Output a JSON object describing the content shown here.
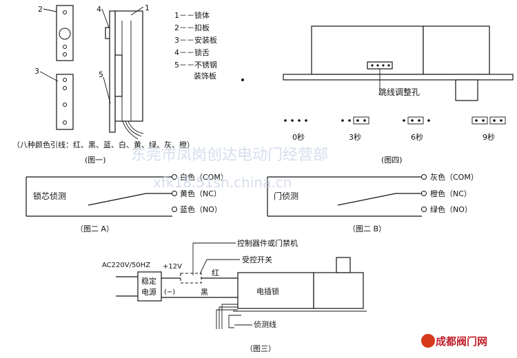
{
  "fig1": {
    "callouts": [
      "2",
      "4",
      "1",
      "3",
      "5"
    ],
    "legend": [
      "1－－锁体",
      "2－－扣板",
      "3－－安装板",
      "4－－锁舌",
      "5－－不锈钢",
      "装饰板"
    ],
    "wire_colors": "（八种颜色引线：红、黑、蓝、白、黄、绿、灰、橙）",
    "caption": "(图一)"
  },
  "fig4": {
    "jumper_label": "跳线调整孔",
    "delays": [
      "0秒",
      "3秒",
      "6秒",
      "9秒"
    ],
    "caption": "(图四)"
  },
  "fig2a": {
    "block_label": "锁芯侦测",
    "terminals": [
      "白色（COM）",
      "黄色（NC）",
      "蓝色（NO）"
    ],
    "caption": "（图二 A）"
  },
  "fig2b": {
    "block_label": "门侦测",
    "terminals": [
      "灰色（COM）",
      "橙色（NC）",
      "绿色（NO）"
    ],
    "caption": "（图二 B）"
  },
  "fig3": {
    "controller_label": "控制器件或门禁机",
    "switch_label": "受控开关",
    "supply_label": "AC220V/50HZ",
    "voltage_label": "+12V",
    "red_label": "红",
    "black_label": "黑",
    "psu_line1": "稳定",
    "psu_line2": "电源",
    "minus_label": "(−)",
    "lock_label": "电插锁",
    "sensor_label": "侦测线",
    "caption": "（图三）"
  },
  "watermark": {
    "line1": "东莞市凤岗创达电动门经营部",
    "line2": "xfk18.51sh.china.cn",
    "logo": "成都阀门网"
  }
}
